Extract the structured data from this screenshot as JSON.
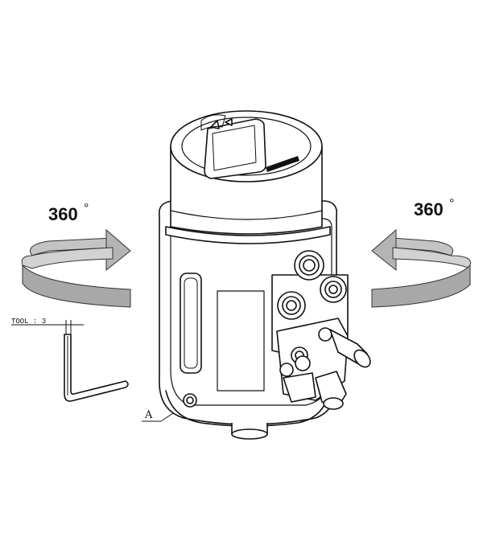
{
  "labels": {
    "rotation_left": "360",
    "rotation_right": "360",
    "degree_symbol": "°",
    "tool": "TOOL : 3",
    "callout": "A"
  },
  "colors": {
    "arrow_fill": "#b0b0b0",
    "arrow_fill_dark": "#8c8c8c",
    "line": "#111111",
    "background": "#ffffff"
  },
  "icons": {
    "left_arrow": "rotate-arrow-right-icon",
    "right_arrow": "rotate-arrow-left-icon",
    "tool": "hex-key-icon"
  }
}
